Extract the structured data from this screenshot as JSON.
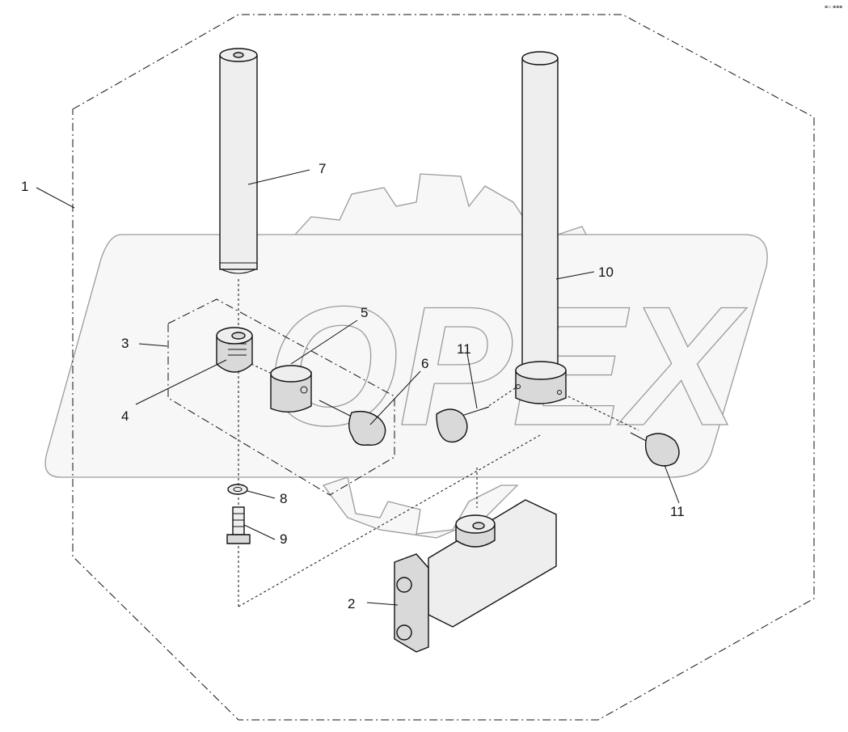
{
  "diagram": {
    "corner_code": "▪▫ ▪▪▪",
    "watermark_text": "OPEX",
    "callouts": [
      "1",
      "2",
      "3",
      "4",
      "5",
      "6",
      "7",
      "8",
      "9",
      "10",
      "11",
      "11"
    ]
  }
}
